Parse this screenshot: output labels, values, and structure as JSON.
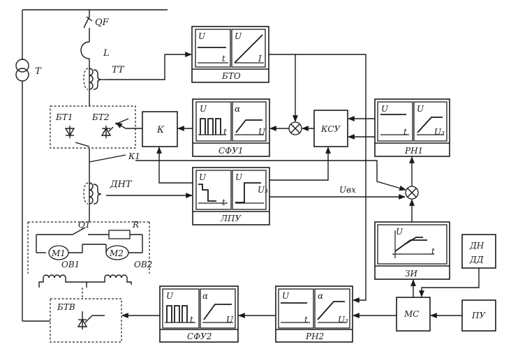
{
  "labels": {
    "qf": "QF",
    "t": "T",
    "l": "L",
    "tt": "TT",
    "bt1": "БТ1",
    "bt2": "БТ2",
    "k": "К",
    "k1": "К1",
    "dnt": "ДНТ",
    "q1": "Q1",
    "r": "R",
    "m1": "M1",
    "m2": "M2",
    "ov1": "ОВ1",
    "ov2": "ОВ2",
    "btv": "БТВ",
    "ksu": "КСУ",
    "uvx": "Uвх",
    "dn": "ДН",
    "dd": "ДД",
    "ms": "МС",
    "pu": "ПУ"
  },
  "blocks": {
    "bto": {
      "name": "БТО",
      "g1": {
        "y": "U",
        "x": "t"
      },
      "g2": {
        "y": "U",
        "x": "I"
      }
    },
    "sfu1": {
      "name": "СФУ1",
      "g1": {
        "y": "U",
        "x": "t"
      },
      "g2": {
        "y": "α",
        "x": "U"
      }
    },
    "lpu": {
      "name": "ЛПУ",
      "g1": {
        "y": "U",
        "x": "t"
      },
      "g2": {
        "y": "U",
        "x": "U₃"
      }
    },
    "rn1": {
      "name": "РН1",
      "g1": {
        "y": "U",
        "x": "t"
      },
      "g2": {
        "y": "U",
        "x": "U₃"
      }
    },
    "zi": {
      "name": "ЗИ",
      "g1": {
        "y": "U",
        "x": "t"
      }
    },
    "sfu2": {
      "name": "СФУ2",
      "g1": {
        "y": "U",
        "x": "t"
      },
      "g2": {
        "y": "α",
        "x": "U"
      }
    },
    "rn2": {
      "name": "РН2",
      "g1": {
        "y": "U",
        "x": "t"
      },
      "g2": {
        "y": "α",
        "x": "U₃"
      }
    }
  }
}
